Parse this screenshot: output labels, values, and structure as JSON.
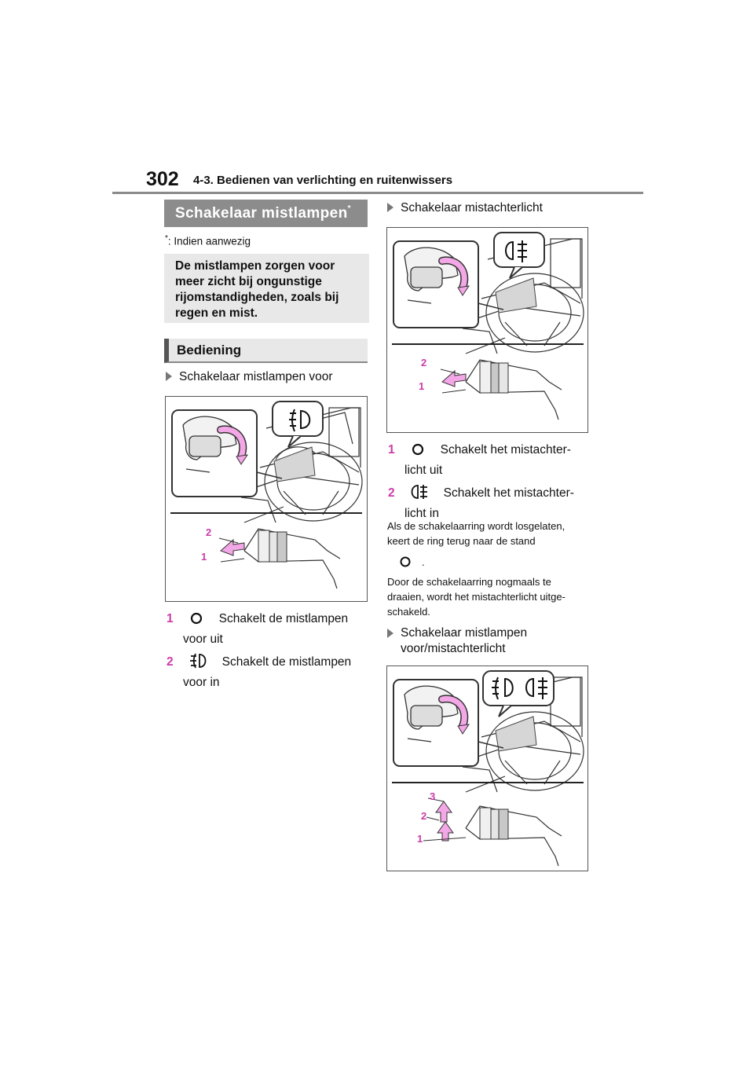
{
  "header": {
    "page_number": "302",
    "section": "4-3. Bedienen van verlichting en ruitenwissers"
  },
  "left": {
    "title": "Schakelaar mistlampen",
    "title_mark": "*",
    "footnote_mark": "*",
    "footnote_text": ": Indien aanwezig",
    "intro": "De mistlampen zorgen voor meer zicht bij ongunstige rijomstandigheden, zoals bij regen en mist.",
    "subheading": "Bediening",
    "bullet_front": "Schakelaar mistlampen voor",
    "fig1_labels": [
      "2",
      "1"
    ],
    "steps": [
      {
        "num": "1",
        "icon": "ring-off-icon",
        "text1": "Schakelt de mistlampen",
        "text2": "voor uit"
      },
      {
        "num": "2",
        "icon": "front-fog-icon",
        "text1": "Schakelt de mistlampen",
        "text2": "voor in"
      }
    ]
  },
  "right": {
    "bullet_rear": "Schakelaar mistachterlicht",
    "fig2_labels": [
      "2",
      "1"
    ],
    "steps": [
      {
        "num": "1",
        "icon": "ring-off-icon",
        "text1": "Schakelt het mistachter-",
        "text2": "licht uit"
      },
      {
        "num": "2",
        "icon": "rear-fog-icon",
        "text1": "Schakelt het mistachter-",
        "text2": "licht in"
      }
    ],
    "note1_line1": "Als de schakelaarring wordt losgelaten,",
    "note1_line2": "keert de ring terug naar de stand",
    "note1_end": ".",
    "note2_line1": "Door de schakelaarring nogmaals te",
    "note2_line2": "draaien, wordt het mistachterlicht uitge-",
    "note2_line3": "schakeld.",
    "bullet_both_line1": "Schakelaar mistlampen",
    "bullet_both_line2": "voor/mistachterlicht",
    "fig3_labels": [
      "3",
      "2",
      "1"
    ]
  },
  "colors": {
    "accent_number": "#cc3ba8",
    "heading_bg": "#8c8c8c",
    "box_bg": "#e8e8e8",
    "arrow_fill": "#f3a7e6"
  }
}
